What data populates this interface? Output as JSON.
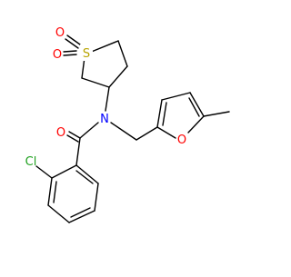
{
  "molecule": {
    "atoms": {
      "sulfur": "S",
      "sulfonyl_oxygen_1": "O",
      "sulfonyl_oxygen_2": "O",
      "amide_nitrogen": "N",
      "carbonyl_oxygen": "O",
      "furan_oxygen": "O",
      "chlorine": "Cl"
    },
    "colors": {
      "bond": "#000000",
      "sulfur": "#b8a400",
      "oxygen": "#ff0000",
      "nitrogen": "#0000ff",
      "chlorine": "#1fa01f",
      "background": "#ffffff"
    }
  }
}
